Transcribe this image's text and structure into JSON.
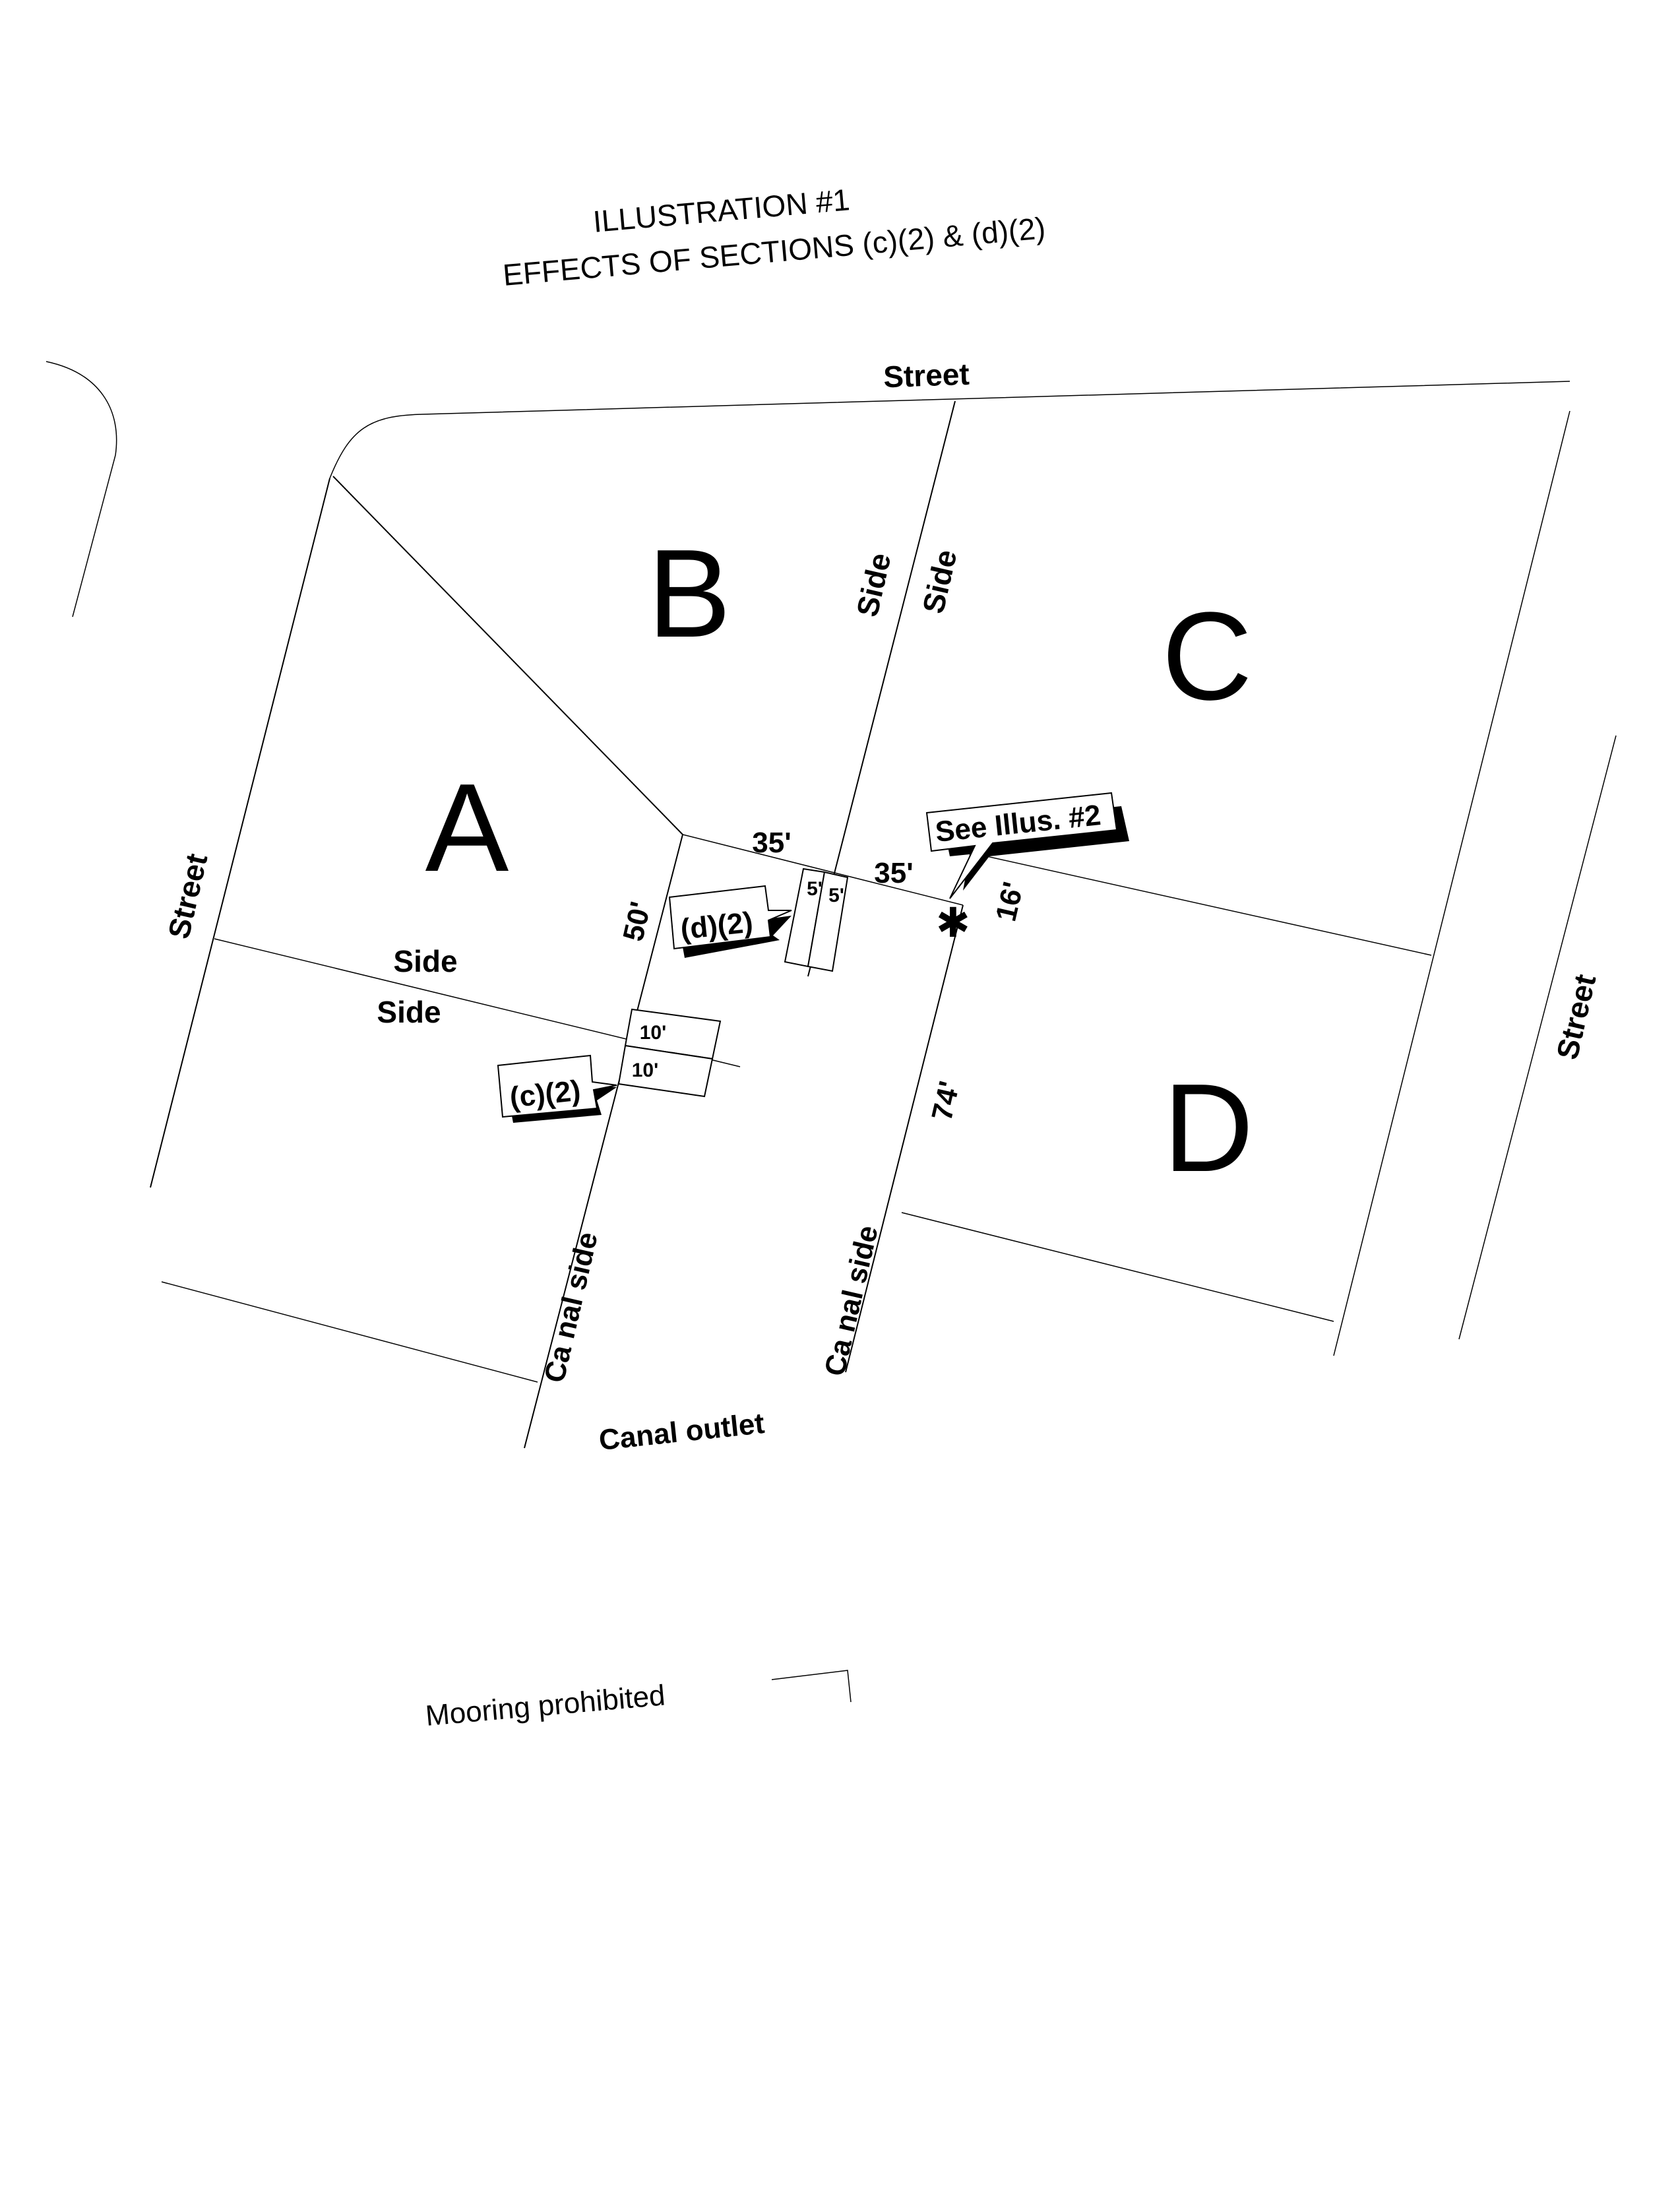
{
  "title": {
    "line1": "ILLUSTRATION #1",
    "line2": "EFFECTS OF SECTIONS (c)(2) & (d)(2)"
  },
  "streets": {
    "top": "Street",
    "left": "Street",
    "right": "Street"
  },
  "lots": {
    "a": "A",
    "b": "B",
    "c": "C",
    "d": "D"
  },
  "side_labels": {
    "b_right": "Side",
    "c_left": "Side",
    "a_bottom": "Side",
    "lower_top": "Side"
  },
  "canal": {
    "left_side": "Ca nal side",
    "right_side": "Ca nal side",
    "outlet": "Canal outlet"
  },
  "dimensions": {
    "d50": "50'",
    "d35_left": "35'",
    "d35_right": "35'",
    "d16": "16'",
    "d74": "74'",
    "d10_top": "10'",
    "d10_bottom": "10'",
    "d5_left": "5'",
    "d5_right": "5'"
  },
  "callouts": {
    "d2": "(d)(2)",
    "c2": "(c)(2)",
    "see_illus": "See Illus. #2",
    "asterisk": "✱"
  },
  "legend": {
    "label": "Mooring prohibited"
  }
}
